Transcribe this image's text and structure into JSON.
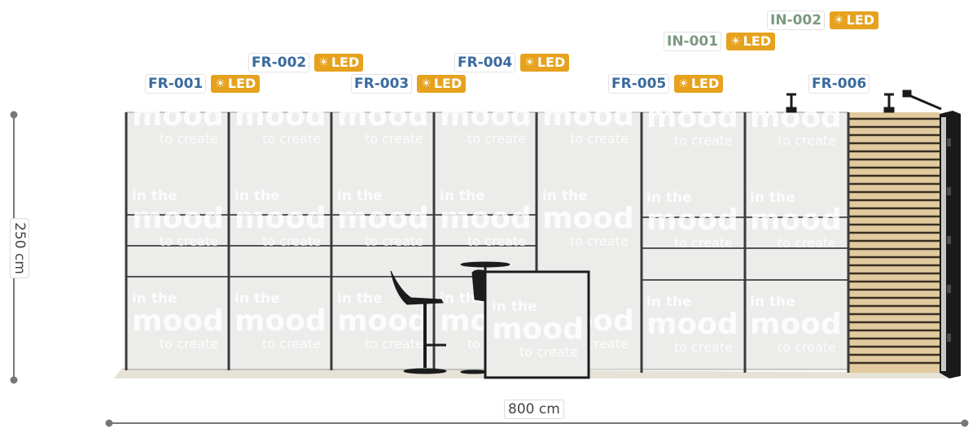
{
  "labels": [
    {
      "code": "FR-001",
      "led": "LED",
      "kind": "fr"
    },
    {
      "code": "FR-002",
      "led": "LED",
      "kind": "fr"
    },
    {
      "code": "FR-003",
      "led": "LED",
      "kind": "fr"
    },
    {
      "code": "FR-004",
      "led": "LED",
      "kind": "fr"
    },
    {
      "code": "FR-005",
      "led": "LED",
      "kind": "fr"
    },
    {
      "code": "FR-006",
      "led": "",
      "kind": "fr"
    },
    {
      "code": "IN-001",
      "led": "LED",
      "kind": "in"
    },
    {
      "code": "IN-002",
      "led": "LED",
      "kind": "in"
    }
  ],
  "dimensions": {
    "height": "250 cm",
    "width": "800 cm"
  },
  "branding": {
    "line1": "in the",
    "line2": "mood",
    "line3": "to create"
  },
  "colors": {
    "fr_code": "#3a6a9e",
    "in_code": "#7c9a80",
    "led_badge": "#e6a21e",
    "panel": "#ececea",
    "slat_wood": "#d9bc8c"
  }
}
